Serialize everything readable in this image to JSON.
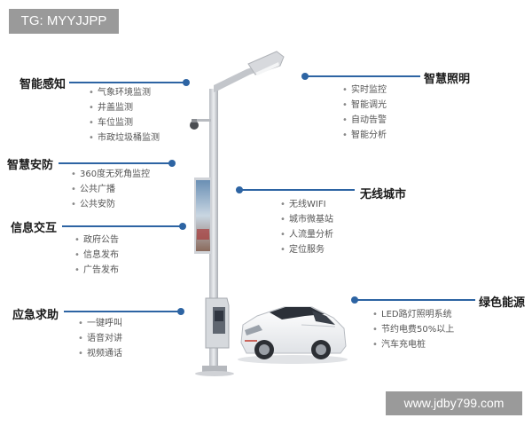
{
  "top_tag": "TG: MYYJJPP",
  "watermark": "www.jdby799.com",
  "colors": {
    "accent": "#2d64a3",
    "tag_bg": "#9a9a9a",
    "pole": "#c8cbd0"
  },
  "sections": {
    "smart_sensing": {
      "title": "智能感知",
      "items": [
        "气象环境监测",
        "井盖监测",
        "车位监测",
        "市政垃圾桶监测"
      ]
    },
    "smart_security": {
      "title": "智慧安防",
      "items": [
        "360度无死角监控",
        "公共广播",
        "公共安防"
      ]
    },
    "info_interaction": {
      "title": "信息交互",
      "items": [
        "政府公告",
        "信息发布",
        "广告发布"
      ]
    },
    "emergency_help": {
      "title": "应急求助",
      "items": [
        "一键呼叫",
        "语音对讲",
        "视频通话"
      ]
    },
    "smart_lighting": {
      "title": "智慧照明",
      "items": [
        "实时监控",
        "智能调光",
        "自动告警",
        "智能分析"
      ]
    },
    "wireless_city": {
      "title": "无线城市",
      "items": [
        "无线WIFI",
        "城市微基站",
        "人流量分析",
        "定位服务"
      ]
    },
    "green_energy": {
      "title": "绿色能源",
      "items": [
        "LED路灯照明系统",
        "节约电费50%以上",
        "汽车充电桩"
      ]
    }
  }
}
